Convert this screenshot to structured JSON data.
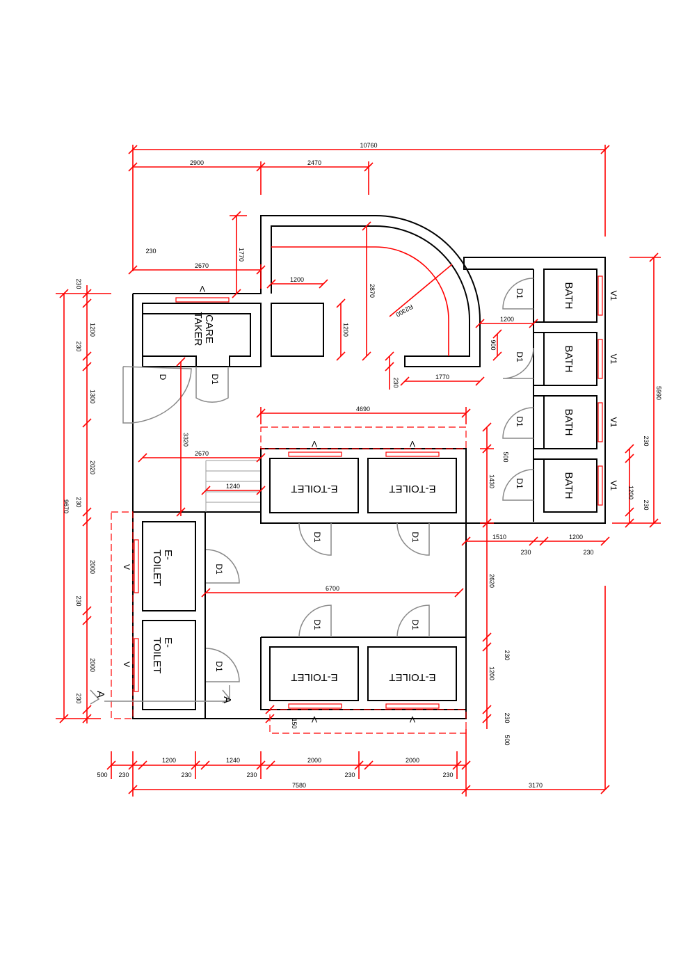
{
  "rooms": {
    "care_taker_1": "CARE",
    "care_taker_2": "TAKER",
    "bath": "BATH",
    "e_toilet": "E-TOILET",
    "e_toilet_side_1": "E-",
    "e_toilet_side_2": "TOILET"
  },
  "labels": {
    "door_d": "D",
    "door_d1": "D1",
    "vent_v": "V",
    "vent_v1": "V1",
    "radius": "R2300",
    "section": "A"
  },
  "dimensions": {
    "overall_width": "10760",
    "top_2900": "2900",
    "top_2470": "2470",
    "wall_230": "230",
    "ct_2670": "2670",
    "ct_1770": "1770",
    "stub_1200": "1200",
    "arc_2870": "2870",
    "stub_height_1200": "1200",
    "bath_1200": "1200",
    "bath_900": "900",
    "arc_1770": "1770",
    "left_1200": "1200",
    "left_1300": "1300",
    "left_2020": "2020",
    "left_2000": "2000",
    "overall_height": "9670",
    "mid_3320": "3320",
    "mid_2670": "2670",
    "mid_4690": "4690",
    "stair_1240": "1240",
    "right_500": "500",
    "right_1430": "1430",
    "bath_column": "5990",
    "bath_side_1200": "1200",
    "bottom_1510": "1510",
    "bottom_1200": "1200",
    "mid_2620": "2620",
    "corridor_6700": "6700",
    "mid_1200": "1200",
    "sill_150": "150",
    "b_500": "500",
    "b_1200": "1200",
    "b_1240": "1240",
    "b_2000": "2000",
    "b_7580": "7580",
    "b_3170": "3170"
  }
}
